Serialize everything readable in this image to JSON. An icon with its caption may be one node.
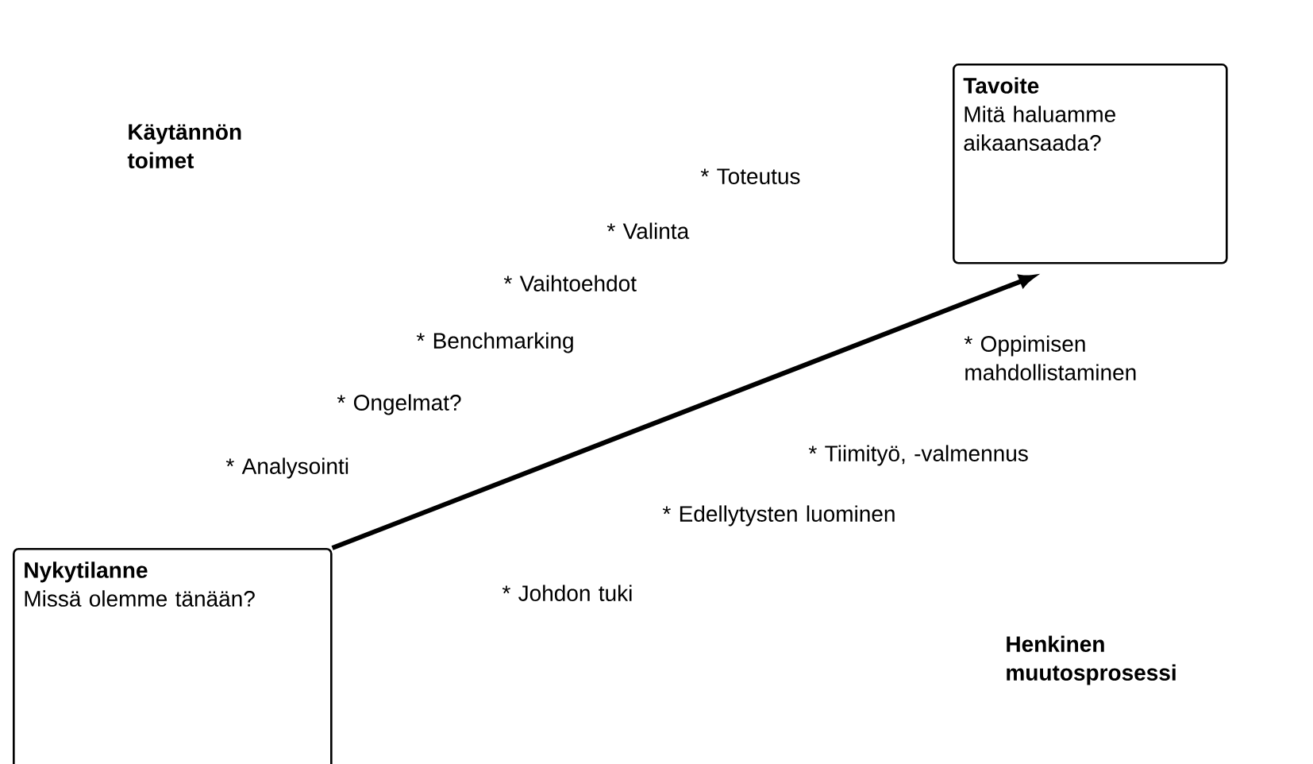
{
  "diagram": {
    "nodes": [
      {
        "text": [
          "Nykytilanne",
          "Missä olemme tänään?"
        ]
      },
      {
        "text": [
          "Tavoite",
          "Mitä haluamme aikaansaada?"
        ]
      }
    ],
    "edges": [
      {
        "from": 0,
        "to": 1,
        "arrow": "to"
      }
    ],
    "labels": [
      "Käytännön toimet",
      "* Toteutus",
      "* Valinta",
      "* Vaihtoehdot",
      "* Benchmarking",
      "* Oppimisen mahdollistaminen",
      "* Ongelmat?",
      "* Tiimityö, -valmennus",
      "* Analysointi",
      "* Edellytysten luominen",
      "* Johdon tuki",
      "Henkinen muutosprosessi"
    ]
  }
}
